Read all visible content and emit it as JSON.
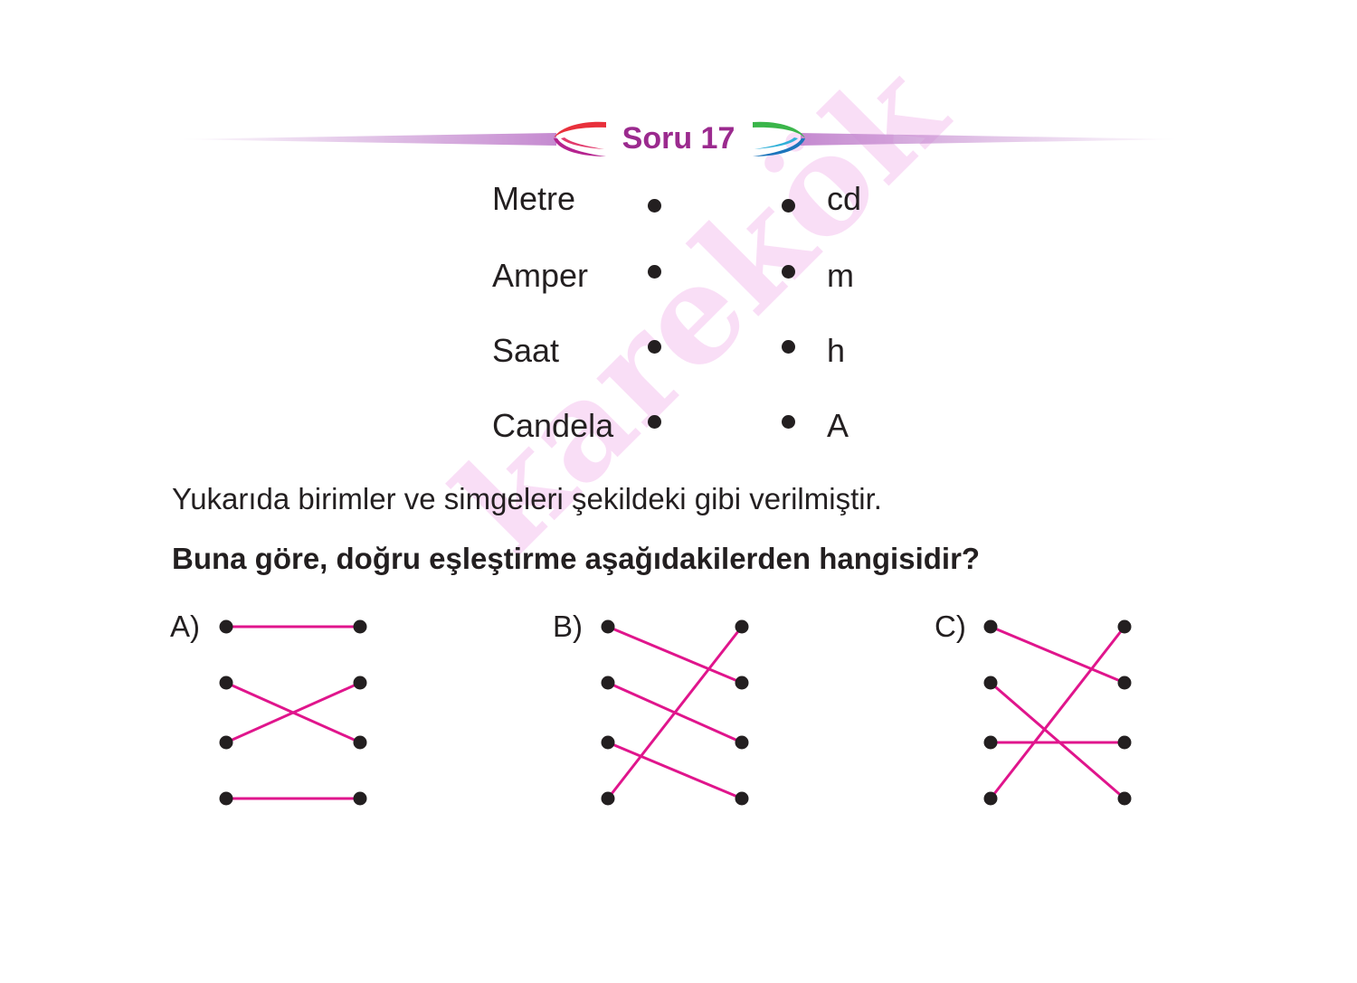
{
  "header": {
    "title": "Soru 17"
  },
  "left_items": [
    "Metre",
    "Amper",
    "Saat",
    "Candela"
  ],
  "right_items": [
    "cd",
    "m",
    "h",
    "A"
  ],
  "question_text": "Yukarıda birimler ve simgeleri şekildeki gibi verilmiştir.",
  "prompt_text": "Buna göre, doğru eşleştirme aşağıdakilerden hangisidir?",
  "options": [
    {
      "label": "A)",
      "connections": [
        [
          1,
          1
        ],
        [
          2,
          3
        ],
        [
          3,
          2
        ],
        [
          4,
          4
        ]
      ]
    },
    {
      "label": "B)",
      "connections": [
        [
          1,
          2
        ],
        [
          2,
          3
        ],
        [
          3,
          4
        ],
        [
          4,
          1
        ]
      ]
    },
    {
      "label": "C)",
      "connections": [
        [
          1,
          2
        ],
        [
          2,
          4
        ],
        [
          3,
          3
        ],
        [
          4,
          1
        ]
      ]
    }
  ],
  "watermark": "karekök",
  "colors": {
    "line": "#e0158c",
    "dot": "#231f20",
    "title": "#9b2a8e",
    "bar": "#c58ad0",
    "watermark": "#f8d4f4"
  }
}
